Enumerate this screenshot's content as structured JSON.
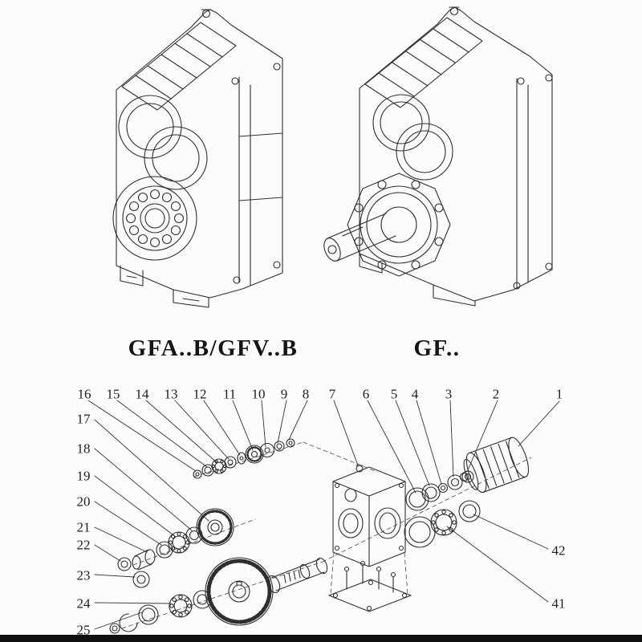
{
  "products": [
    {
      "caption": "GFA..B/GFV..B"
    },
    {
      "caption": "GF.."
    }
  ],
  "exploded": {
    "top_labels": [
      "16",
      "15",
      "14",
      "13",
      "12",
      "11",
      "10",
      "9",
      "8",
      "7",
      "6",
      "5",
      "4",
      "3",
      "2",
      "1"
    ],
    "left_labels": [
      "17",
      "18",
      "19",
      "20",
      "21",
      "22",
      "23",
      "24",
      "25"
    ],
    "right_labels": [
      "42",
      "41"
    ]
  },
  "colors": {
    "line": "#2e2e2e",
    "background": "#fcfcfc",
    "edge_strip": "#101010"
  }
}
